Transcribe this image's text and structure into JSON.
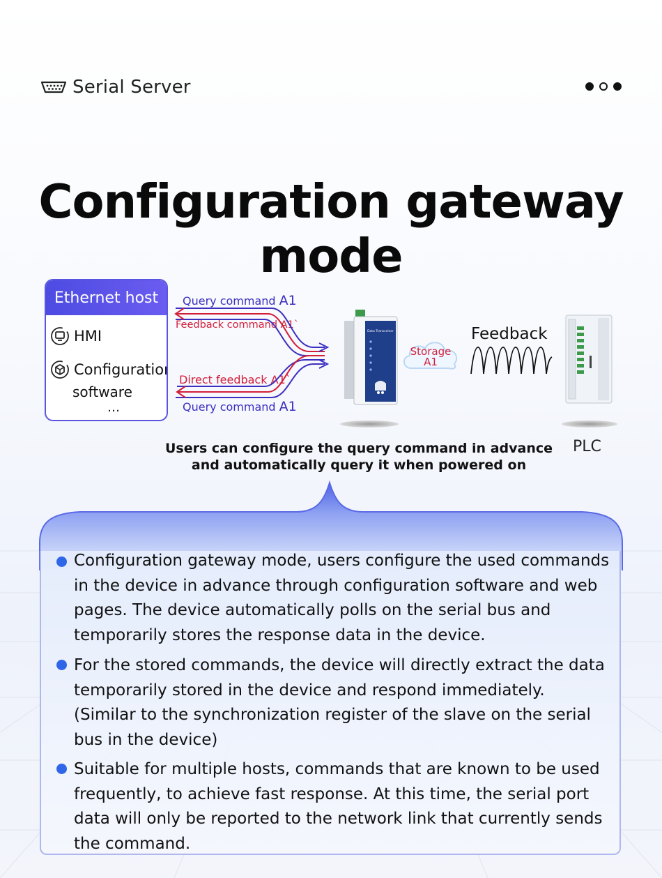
{
  "header": {
    "icon": "serial-port-icon",
    "title": "Serial Server"
  },
  "pagination": {
    "total": 3,
    "active": [
      1,
      3
    ]
  },
  "main_title": "Configuration gateway mode",
  "diagram": {
    "host": {
      "title": "Ethernet host",
      "items": [
        {
          "icon": "hmi-icon",
          "label": "HMI"
        },
        {
          "icon": "configuration-software-icon",
          "label": "Configuration",
          "label2": "software"
        }
      ],
      "ellipsis": "…"
    },
    "flows": {
      "query_top": "Query command",
      "query_top_code": "A1",
      "feedback": "Feedback command A1`",
      "direct": "Direct feedback A1`",
      "query_bottom": "Query command",
      "query_bottom_code": "A1"
    },
    "device": {
      "icon": "data-transceiver-device",
      "label": "Data Transceiver"
    },
    "storage": {
      "line1": "Storage",
      "line2": "A1"
    },
    "feedback_label": "Feedback",
    "plc_label": "PLC",
    "caption_line1": "Users can configure the query command in advance",
    "caption_line2": "and automatically query it when powered on"
  },
  "bullets": [
    "Configuration gateway mode, users configure the used commands in the device in advance through configuration software and web pages. The device automatically polls on the serial bus and temporarily stores the response data in the device.",
    "For the stored commands, the device will directly extract the data temporarily stored in the device and respond immediately. (Similar to the synchronization register of the slave on the serial bus in the device)",
    "Suitable for multiple hosts, commands that are known to be used frequently, to achieve fast response. At this time, the serial port data will only be reported to the network link that currently sends the command."
  ],
  "colors": {
    "accent_blue": "#4d4be2",
    "accent_red": "#d31e3a",
    "bullet_blue": "#2f66e8"
  }
}
